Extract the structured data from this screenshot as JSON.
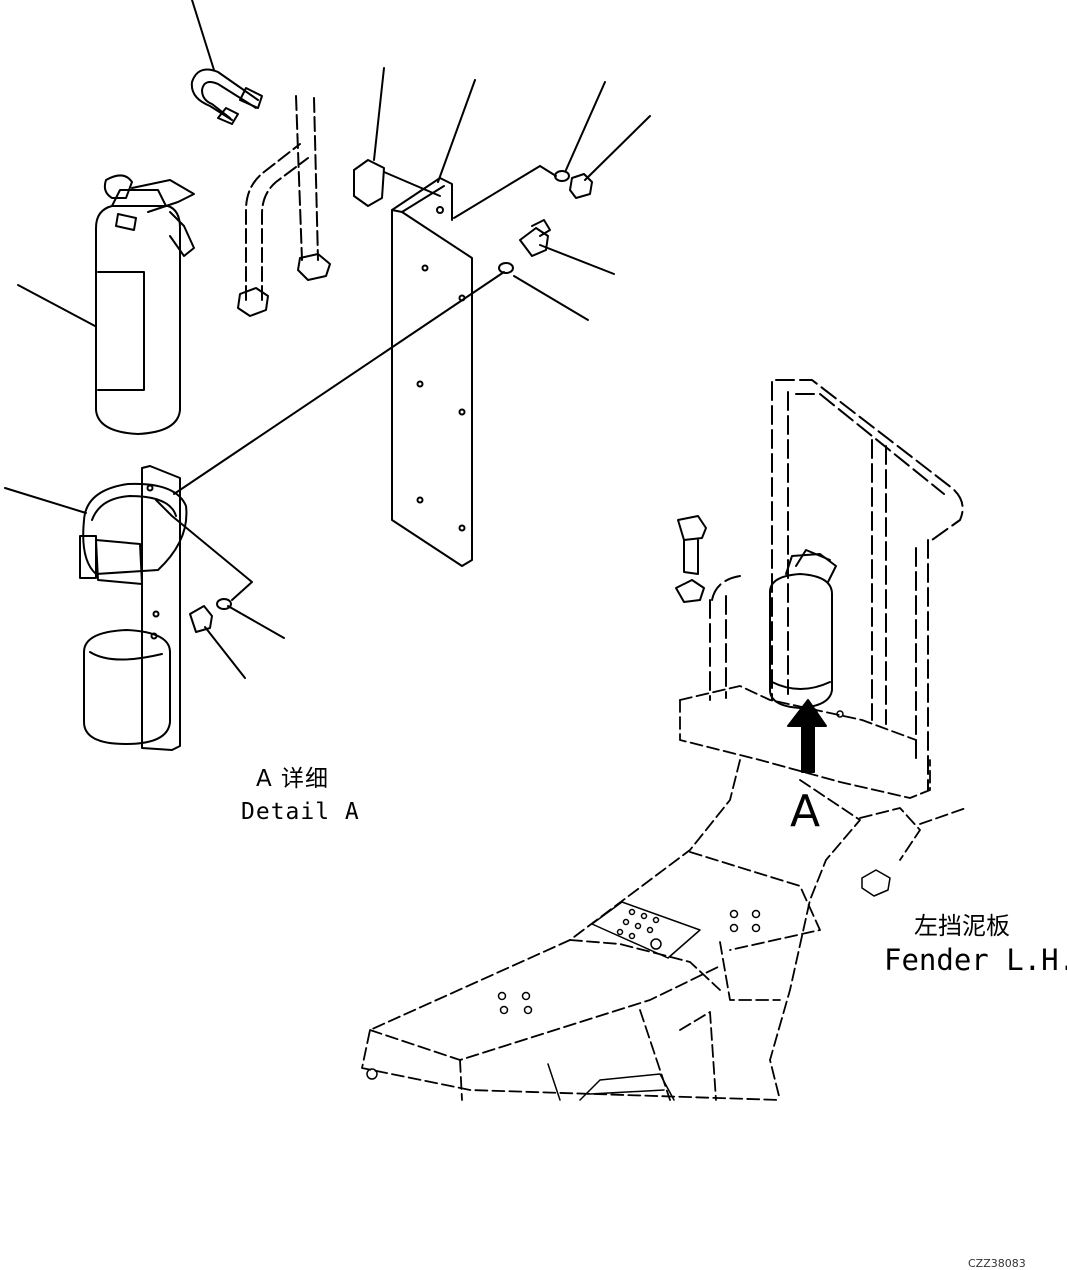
{
  "labels": {
    "detail_cn": "A 详细",
    "detail_en": "Detail A",
    "view_letter": "A",
    "fender_cn": "左挡泥板",
    "fender_en": "Fender L.H.",
    "figure_code": "CZZ38083"
  },
  "colors": {
    "line": "#000000",
    "background": "#ffffff"
  }
}
